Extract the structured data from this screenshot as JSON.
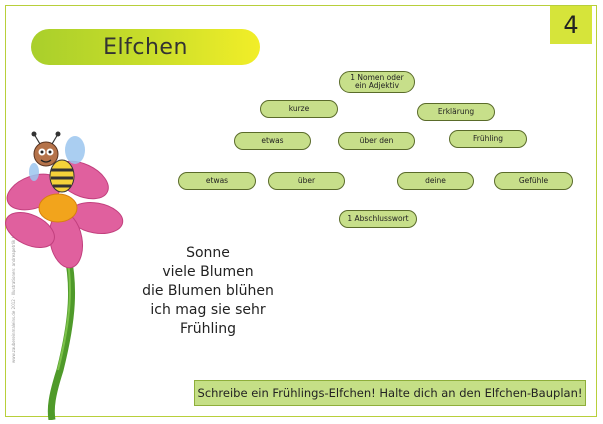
{
  "title": "Elfchen",
  "page_number": "4",
  "blueprint": {
    "row1": [
      "1 Nomen oder ein Adjektiv"
    ],
    "row2": [
      "kurze",
      "Erklärung"
    ],
    "row3": [
      "etwas",
      "über den",
      "Frühling"
    ],
    "row4": [
      "etwas",
      "über",
      "deine",
      "Gefühle"
    ],
    "row5": [
      "1 Abschlusswort"
    ]
  },
  "poem": [
    "Sonne",
    "viele Blumen",
    "die Blumen blühen",
    "ich mag sie sehr",
    "Frühling"
  ],
  "instruction": "Schreibe ein Frühlings-Elfchen! Halte dich an den Elfchen-Bauplan!",
  "credit": "www.zaubereinmaleins.de 2012 · Illustrationen: andreapetrlik by fotolia.de",
  "colors": {
    "accent": "#b8cf3a",
    "box_fill": "#c7df8a",
    "petal": "#e0609e"
  }
}
